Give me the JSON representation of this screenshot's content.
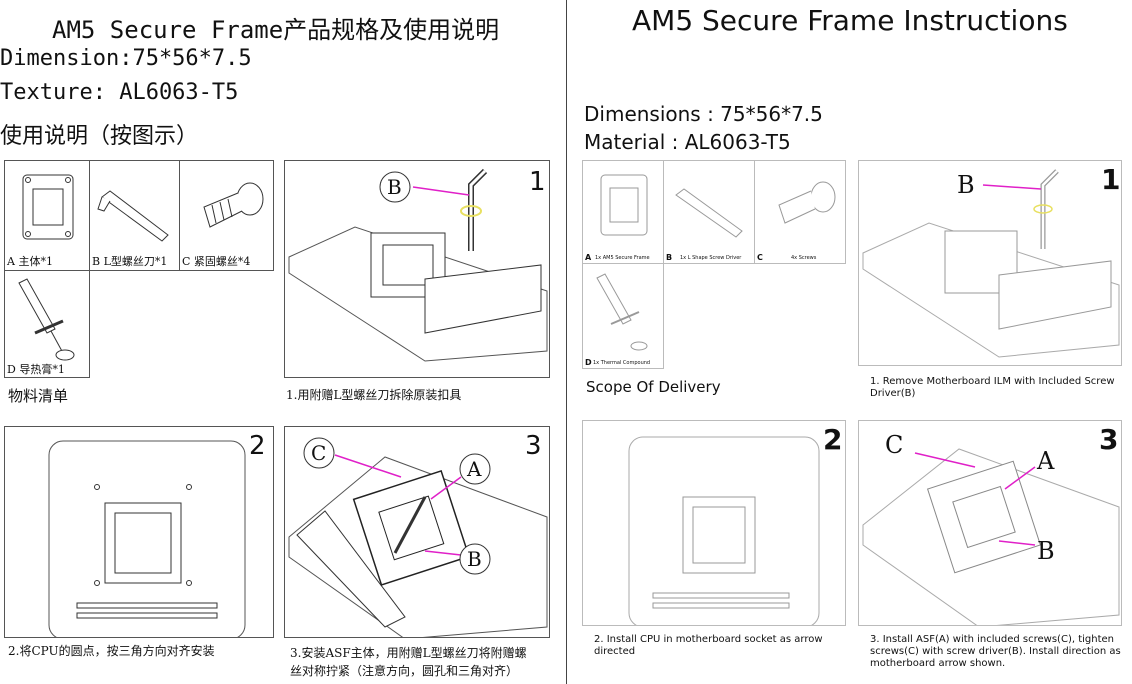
{
  "left": {
    "title": "AM5 Secure Frame产品规格及使用说明",
    "dimension": "Dimension:75*56*7.5",
    "texture": "Texture:  AL6063-T5",
    "instructions_heading": "使用说明（按图示）",
    "parts": {
      "a": "A 主体*1",
      "b": "B L型螺丝刀*1",
      "c": "C 紧固螺丝*4",
      "d": "D 导热膏*1"
    },
    "scope_label": "物料清单",
    "steps": [
      {
        "num": "1",
        "caption_line1": "1.用附赠L型螺丝刀拆除原装扣具",
        "caption_line2": ""
      },
      {
        "num": "2",
        "caption_line1": "2.将CPU的圆点，按三角方向对齐安装",
        "caption_line2": ""
      },
      {
        "num": "3",
        "caption_line1": "3.安装ASF主体，用附赠L型螺丝刀将附赠螺",
        "caption_line2": "丝对称拧紧（注意方向，圆孔和三角对齐）"
      }
    ],
    "callouts": {
      "a": "A",
      "b": "B",
      "c": "C"
    }
  },
  "right": {
    "title": "AM5 Secure Frame Instructions",
    "dimensions": "Dimensions : 75*56*7.5",
    "material": "Material : AL6063-T5",
    "parts": {
      "a_letter": "A",
      "a_text": "1x AM5 Secure Frame",
      "b_letter": "B",
      "b_text": "1x L Shape Screw Driver",
      "c_letter": "C",
      "c_text": "4x Screws",
      "d_letter": "D",
      "d_text": "1x Thermal Compound"
    },
    "scope_label": "Scope Of Delivery",
    "steps": [
      {
        "num": "1",
        "caption_line1": "1. Remove Motherboard ILM with Included Screw",
        "caption_line2": "Driver(B)",
        "caption_line3": ""
      },
      {
        "num": "2",
        "caption_line1": "2. Install CPU in motherboard socket as arrow",
        "caption_line2": "directed",
        "caption_line3": ""
      },
      {
        "num": "3",
        "caption_line1": "3. Install ASF(A) with included screws(C), tighten",
        "caption_line2": "screws(C) with screw driver(B). Install direction as",
        "caption_line3": "motherboard arrow shown."
      }
    ],
    "callouts": {
      "a": "A",
      "b": "B",
      "c": "C"
    }
  },
  "colors": {
    "arrow": "#e020c8",
    "line": "#444444",
    "glow": "#e8e060"
  }
}
